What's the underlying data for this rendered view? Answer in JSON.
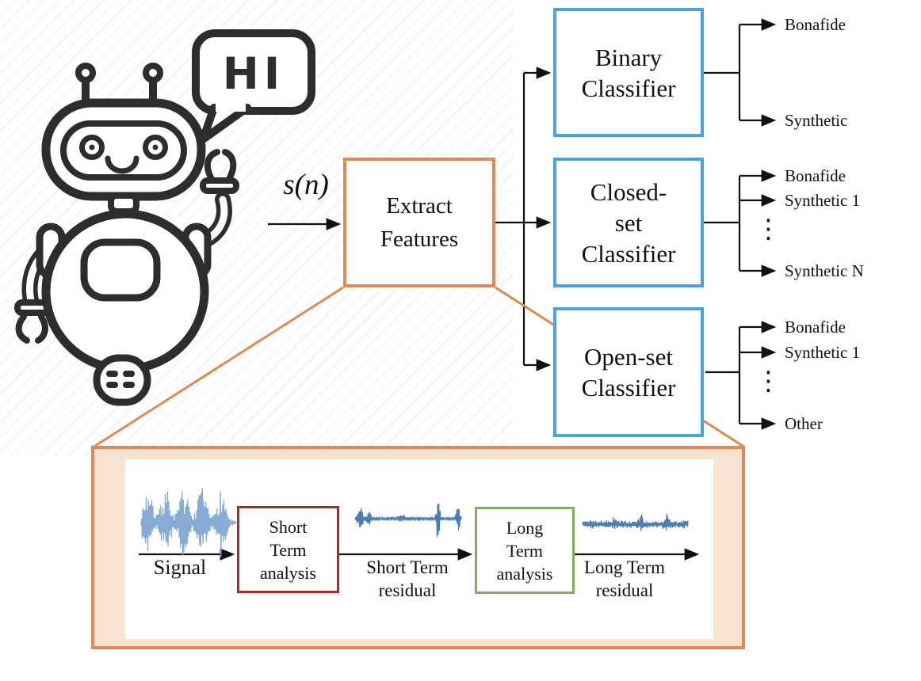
{
  "figure": {
    "robot": {
      "speech_text": "HI"
    },
    "input": {
      "signal_label": "s(n)"
    },
    "extract_box": {
      "label": "Extract\nFeatures"
    },
    "classifiers": [
      {
        "label": "Binary\nClassifier",
        "outputs": [
          "Bonafide",
          "Synthetic"
        ]
      },
      {
        "label": "Closed-\nset\nClassifier",
        "outputs": [
          "Bonafide",
          "Synthetic 1",
          "Synthetic N"
        ],
        "ellipsis": "⋮"
      },
      {
        "label": "Open-set\nClassifier",
        "outputs": [
          "Bonafide",
          "Synthetic 1",
          "Other"
        ],
        "ellipsis": "⋮"
      }
    ],
    "detail": {
      "signal_label": "Signal",
      "short_term_box": "Short\nTerm\nanalysis",
      "short_term_residual": "Short Term\nresidual",
      "long_term_box": "Long\nTerm\nanalysis",
      "long_term_residual": "Long Term\nresidual"
    },
    "colors": {
      "classifier_border": "#4AA3DF",
      "extract_border": "#DE8A55",
      "panel_fill": "#F7E4D3",
      "short_term_border": "#BF2126",
      "long_term_border": "#80AF5F",
      "waveform_signal": "#86ABD4",
      "waveform_residual": "#4C7DB3",
      "connector_line": "#111111",
      "robot_stroke": "#2D2D2D"
    }
  }
}
